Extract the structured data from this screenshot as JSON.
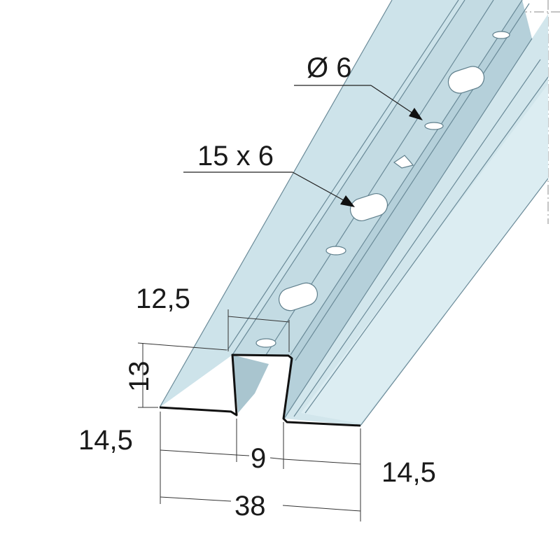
{
  "colors": {
    "steel_light": "#cde3ea",
    "steel_mid": "#b9d3dd",
    "steel_dark": "#9dbac6",
    "channel_inner": "#a9c5cf",
    "outline": "#111111",
    "centerline": "#8a8a8a"
  },
  "callouts": {
    "hole_round": "Ø 6",
    "hole_slot": "15 x 6"
  },
  "dimensions": {
    "channel_top_width": "12,5",
    "channel_height": "13",
    "left_flange": "14,5",
    "channel_bottom_width": "9",
    "right_flange": "14,5",
    "total_width": "38"
  }
}
